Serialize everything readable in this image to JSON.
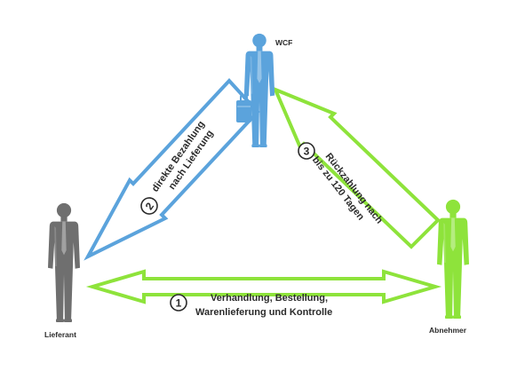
{
  "roles": {
    "wcf": {
      "label": "WCF",
      "color": "#5ba3dc"
    },
    "supplier": {
      "label": "Lieferant",
      "color": "#6f6f6f"
    },
    "buyer": {
      "label": "Abnehmer",
      "color": "#8ee33b"
    }
  },
  "steps": [
    {
      "number": "1",
      "line1": "Verhandlung, Bestellung,",
      "line2": "Warenlieferung und Kontrolle"
    },
    {
      "number": "2",
      "line1": "direkte Bezahlung",
      "line2": "nach Lieferung"
    },
    {
      "number": "3",
      "line1": "Rückzahlung nach",
      "line2": "bis zu 120 Tagen"
    }
  ],
  "colors": {
    "blue_arrow": "#5ba3dc",
    "green_arrow": "#8ee33b",
    "text": "#2b2b2b"
  },
  "icons": [
    "person-icon",
    "briefcase-icon",
    "arrow-icon",
    "number-circle-icon"
  ]
}
